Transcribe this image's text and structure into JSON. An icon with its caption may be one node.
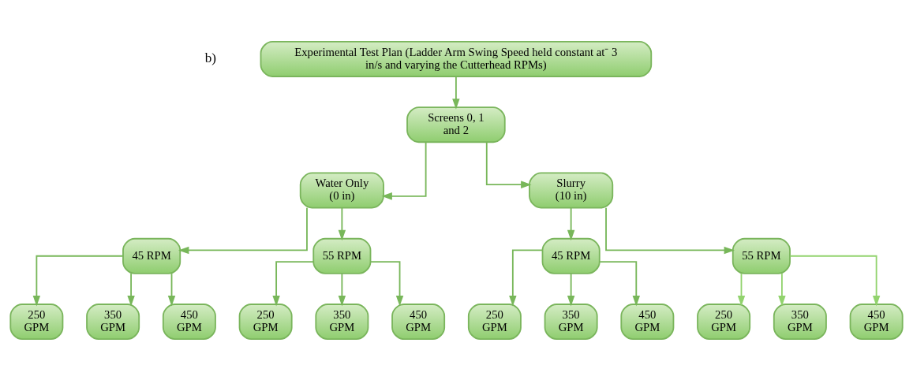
{
  "diagram": {
    "nodes": [
      {
        "text": [
          "Experimental Test Plan (Ladder Arm Swing Speed held constant at⁻ 3 in/s and varying the Cutterhead RPMs)"
        ]
      },
      {
        "text": [
          "Screens 0, 1 and 2"
        ]
      },
      {
        "text": [
          "Water Only (0 in)"
        ]
      },
      {
        "text": [
          "Slurry (10 in)"
        ]
      },
      {
        "text": [
          "45 RPM"
        ]
      },
      {
        "text": [
          "55 RPM"
        ]
      },
      {
        "text": [
          "45 RPM"
        ]
      },
      {
        "text": [
          "55 RPM"
        ]
      },
      {
        "text": [
          "250 GPM"
        ]
      },
      {
        "text": [
          "350 GPM"
        ]
      },
      {
        "text": [
          "450 GPM"
        ]
      },
      {
        "text": [
          "250 GPM"
        ]
      },
      {
        "text": [
          "350 GPM"
        ]
      },
      {
        "text": [
          "450 GPM"
        ]
      },
      {
        "text": [
          "250 GPM"
        ]
      },
      {
        "text": [
          "350 GPM"
        ]
      },
      {
        "text": [
          "450 GPM"
        ]
      },
      {
        "text": [
          "250 GPM"
        ]
      },
      {
        "text": [
          "350 GPM"
        ]
      },
      {
        "text": [
          "450 GPM"
        ]
      }
    ],
    "edges": [
      {
        "from": 0,
        "to": 1,
        "arrow": "to"
      },
      {
        "from": 1,
        "to": 2,
        "arrow": "to"
      },
      {
        "from": 1,
        "to": 3,
        "arrow": "to"
      },
      {
        "from": 2,
        "to": 4,
        "arrow": "to"
      },
      {
        "from": 2,
        "to": 5,
        "arrow": "to"
      },
      {
        "from": 3,
        "to": 6,
        "arrow": "to"
      },
      {
        "from": 3,
        "to": 7,
        "arrow": "to"
      },
      {
        "from": 4,
        "to": 8,
        "arrow": "to"
      },
      {
        "from": 4,
        "to": 9,
        "arrow": "to"
      },
      {
        "from": 4,
        "to": 10,
        "arrow": "to"
      },
      {
        "from": 5,
        "to": 11,
        "arrow": "to"
      },
      {
        "from": 5,
        "to": 12,
        "arrow": "to"
      },
      {
        "from": 5,
        "to": 13,
        "arrow": "to"
      },
      {
        "from": 6,
        "to": 14,
        "arrow": "to"
      },
      {
        "from": 6,
        "to": 15,
        "arrow": "to"
      },
      {
        "from": 6,
        "to": 16,
        "arrow": "to"
      },
      {
        "from": 7,
        "to": 17,
        "arrow": "to",
        "color": "#92d36e"
      },
      {
        "from": 7,
        "to": 18,
        "arrow": "to",
        "color": "#92d36e"
      },
      {
        "from": 7,
        "to": 19,
        "arrow": "to",
        "color": "#92d36e"
      }
    ],
    "labels": [
      "b)"
    ]
  }
}
